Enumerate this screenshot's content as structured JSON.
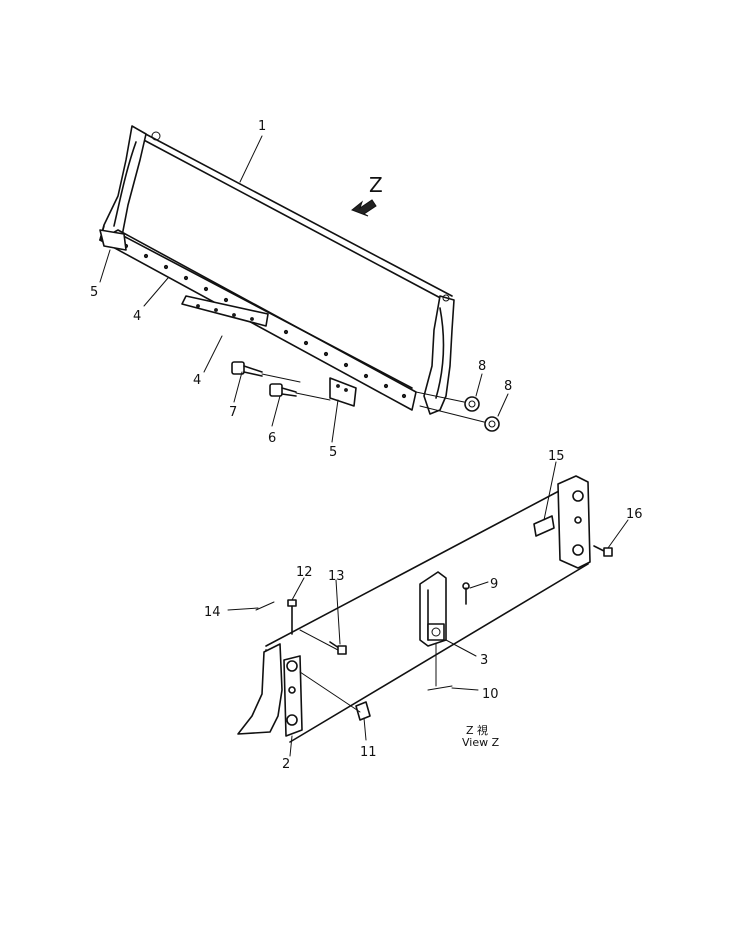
{
  "diagram": {
    "view_marker": "Z",
    "view_caption_cjk": "Z 視",
    "view_caption": "View Z",
    "callouts": {
      "c1": "1",
      "c2": "2",
      "c3": "3",
      "c4a": "4",
      "c4b": "4",
      "c5a": "5",
      "c5b": "5",
      "c6": "6",
      "c7": "7",
      "c8a": "8",
      "c8b": "8",
      "c9": "9",
      "c10": "10",
      "c11": "11",
      "c12": "12",
      "c13": "13",
      "c14": "14",
      "c15": "15",
      "c16": "16"
    }
  }
}
